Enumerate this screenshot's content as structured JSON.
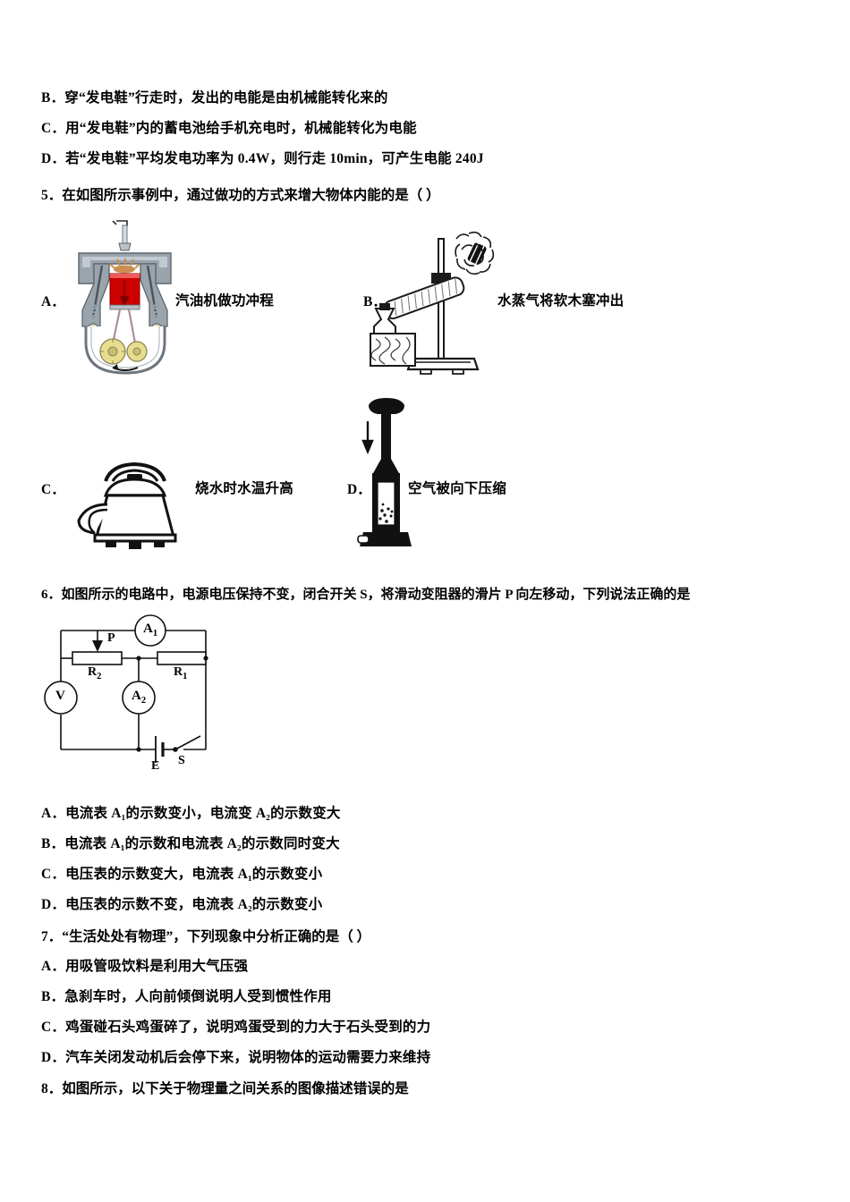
{
  "document": {
    "type": "physics-exam-page",
    "language": "zh-CN"
  },
  "q4_options": {
    "b": "B．穿“发电鞋”行走时，发出的电能是由机械能转化来的",
    "c": "C．用“发电鞋”内的蓄电池给手机充电时，机械能转化为电能",
    "d": "D．若“发电鞋”平均发电功率为 0.4W，则行走 10min，可产生电能 240J"
  },
  "q5": {
    "stem": "5．在如图所示事例中，通过做功的方式来增大物体内能的是（        ）",
    "options": [
      {
        "letter": "A．",
        "caption": "汽油机做功冲程",
        "figure": "gasoline-engine-power-stroke"
      },
      {
        "letter": "B．",
        "caption": "水蒸气将软木塞冲出",
        "figure": "steam-cork-launch"
      },
      {
        "letter": "C．",
        "caption": "烧水时水温升高",
        "figure": "kettle-boiling-water"
      },
      {
        "letter": "D．",
        "caption": "空气被向下压缩",
        "figure": "air-pump-compression"
      }
    ]
  },
  "q6": {
    "stem": "6．如图所示的电路中，电源电压保持不变，闭合开关 S，将滑动变阻器的滑片 P 向左移动，下列说法正确的是",
    "circuit": {
      "labels": {
        "slider": "P",
        "ammeter1": "A",
        "ammeter1_sub": "1",
        "ammeter2": "A",
        "ammeter2_sub": "2",
        "voltmeter": "V",
        "resistor1": "R",
        "resistor1_sub": "1",
        "resistor2": "R",
        "resistor2_sub": "2",
        "battery": "E",
        "switch": "S"
      }
    },
    "options": [
      "A．电流表 A₁的示数变小，电流变 A₂的示数变大",
      "B．电流表 A₁的示数和电流表 A₂的示数同时变大",
      "C．电压表的示数变大，电流表 A₁的示数变小",
      "D．电压表的示数不变，电流表 A₂的示数变小"
    ]
  },
  "q7": {
    "stem": "7．“生活处处有物理”，下列现象中分析正确的是（        ）",
    "options": [
      "A．用吸管吸饮料是利用大气压强",
      "B．急刹车时，人向前倾倒说明人受到惯性作用",
      "C．鸡蛋碰石头鸡蛋碎了，说明鸡蛋受到的力大于石头受到的力",
      "D．汽车关闭发动机后会停下来，说明物体的运动需要力来维持"
    ]
  },
  "q8": {
    "stem": "8．如图所示，以下关于物理量之间关系的图像描述错误的是"
  },
  "colors": {
    "ink": "#000000",
    "engine_body": "#9aa4ad",
    "engine_body_dark": "#6d767f",
    "engine_red": "#cc0000",
    "engine_yellow": "#e8dd8f",
    "engine_spark": "#c98a4b",
    "paper": "#ffffff"
  }
}
